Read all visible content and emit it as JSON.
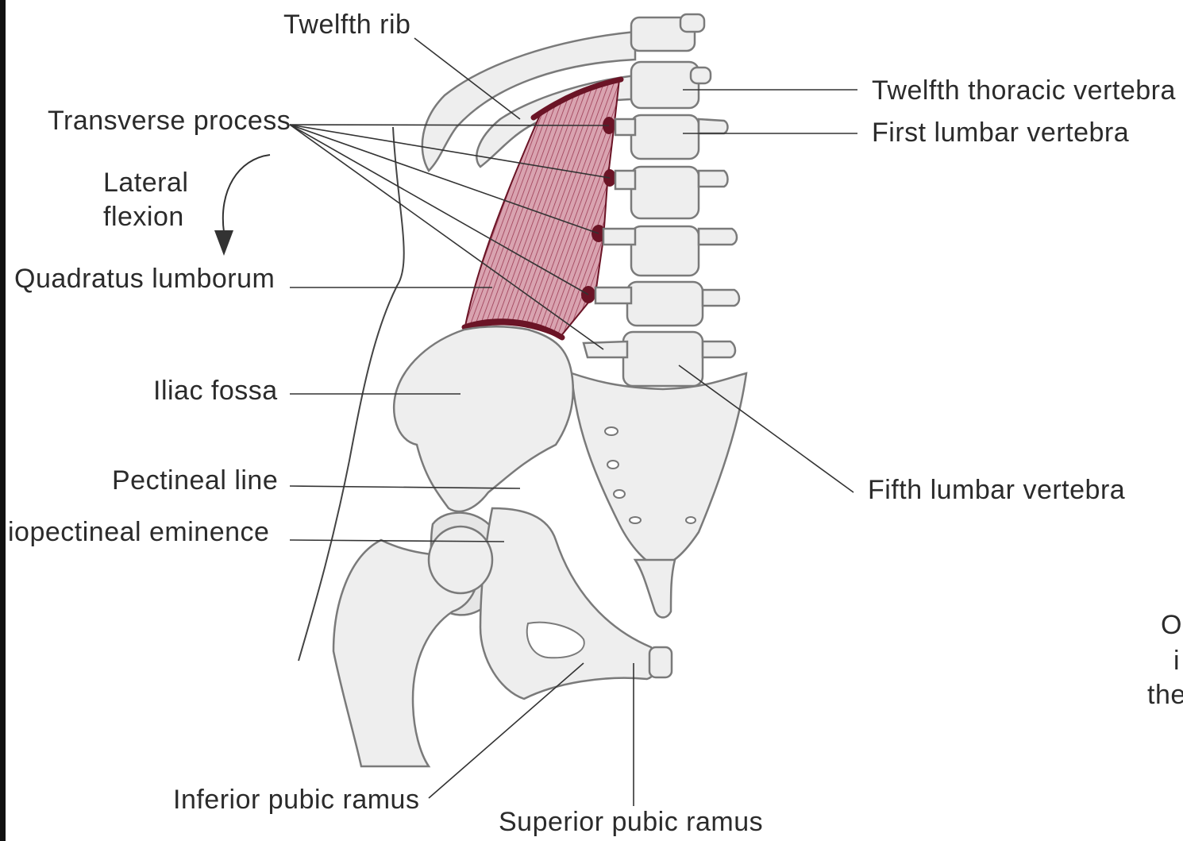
{
  "labels": {
    "twelfth_rib": "Twelfth rib",
    "transverse_process": "Transverse process",
    "lateral": "Lateral",
    "flexion": "flexion",
    "quadratus_lumborum": "Quadratus lumborum",
    "iliac_fossa": "Iliac fossa",
    "pectineal_line": "Pectineal line",
    "iliopectineal_eminence": "iopectineal eminence",
    "inferior_pubic_ramus": "Inferior pubic ramus",
    "superior_pubic_ramus": "Superior pubic ramus",
    "twelfth_thoracic_vertebra": "Twelfth thoracic vertebra",
    "first_lumbar_vertebra": "First lumbar vertebra",
    "fifth_lumbar_vertebra": "Fifth lumbar vertebra",
    "cut_line_1": "O",
    "cut_line_2": "i",
    "cut_line_3": "the"
  },
  "colors": {
    "bone_fill": "#eeeeee",
    "bone_stroke": "#7a7a7a",
    "muscle": "#b05a6e",
    "muscle_dark": "#6b1426",
    "leader": "#333333",
    "text": "#2b2b2b"
  }
}
